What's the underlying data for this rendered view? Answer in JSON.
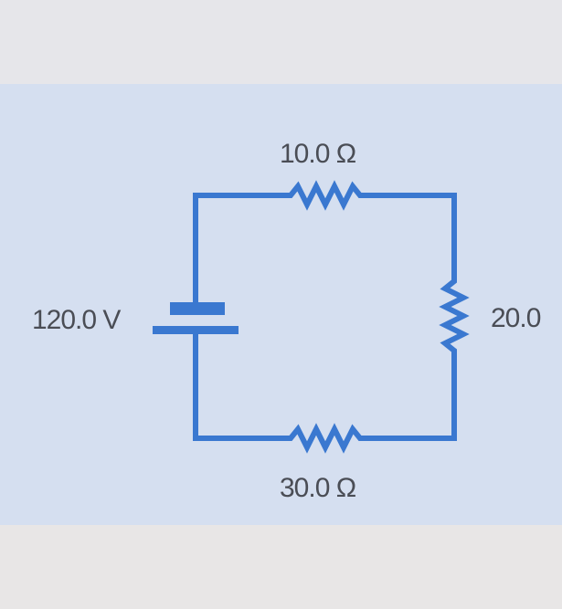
{
  "circuit": {
    "battery_label": "120.0 V",
    "top_resistor_label": "10.0 Ω",
    "right_resistor_label": "20.0",
    "bottom_resistor_label": "30.0 Ω"
  },
  "colors": {
    "wire": "#3a78d0",
    "panel": "#d5dff0",
    "text": "#4a4d55"
  }
}
